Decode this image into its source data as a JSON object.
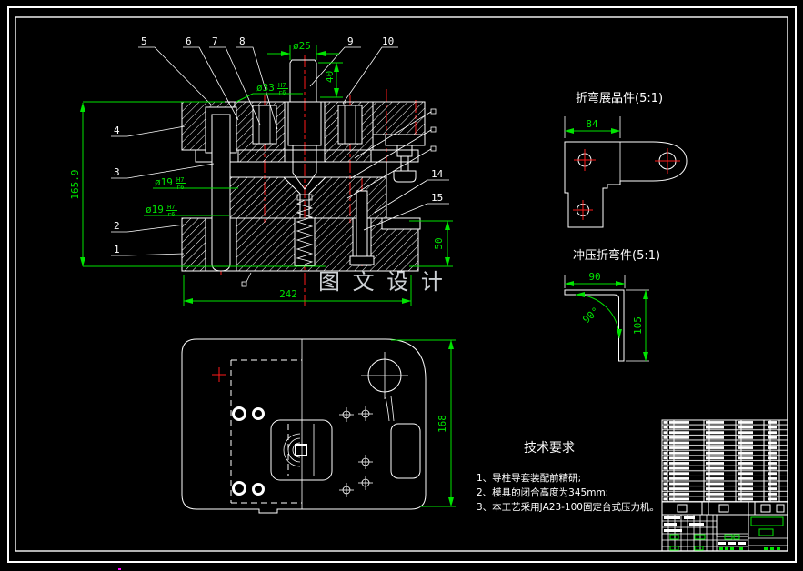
{
  "colors": {
    "background": "#000000",
    "line": "#ffffff",
    "dimension": "#00e400",
    "centerline": "#ff1a1a",
    "watermark": "#ccd0d4",
    "stray_dot": "#ff00ff"
  },
  "watermark": "图 文 设 计",
  "section_view": {
    "top_labels": [
      "5",
      "6",
      "7",
      "8",
      "9",
      "10"
    ],
    "left_labels": [
      "4",
      "3",
      "2",
      "1"
    ],
    "right_labels": [
      "14",
      "15"
    ],
    "dim_punch_dia": "ø25",
    "dim_punch_len": "40",
    "dim_bushing_dia": "ø33",
    "dim_pillar_dia": "ø19",
    "fit_upper": "H7",
    "fit_lower": "r6",
    "dim_total_height": "165.9",
    "dim_base_width": "242",
    "dim_right_height": "50"
  },
  "flat_pattern_view": {
    "title": "折弯展品件(5:1)",
    "dim_width": "84"
  },
  "bend_part_view": {
    "title": "冲压折弯件(5:1)",
    "dim_width": "90",
    "dim_height": "105",
    "dim_angle": "90°"
  },
  "plan_view": {
    "dim_height": "168"
  },
  "tech_requirements": {
    "title": "技术要求",
    "note_1": "1、导柱导套装配前精研;",
    "note_2": "2、模具的闭合高度为345mm;",
    "note_3": "3、本工艺采用JA23-100固定台式压力机。"
  }
}
